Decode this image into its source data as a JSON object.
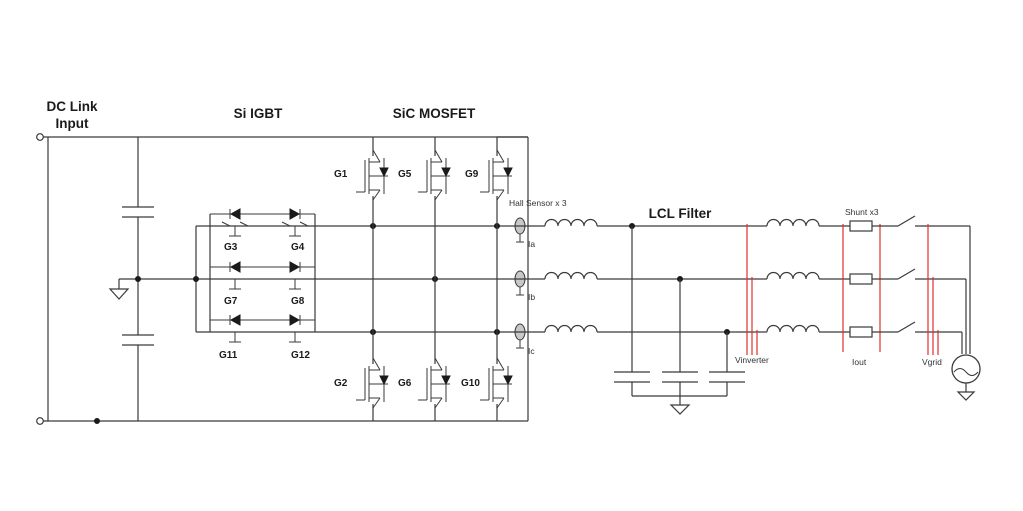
{
  "labels": {
    "dc_link_line1": "DC Link",
    "dc_link_line2": "Input",
    "si_igbt": "Si IGBT",
    "sic_mosfet": "SiC MOSFET",
    "lcl_filter": "LCL Filter",
    "hall_sensor": "Hall Sensor x 3",
    "shunt": "Shunt x3",
    "ia": "Ia",
    "ib": "Ib",
    "ic": "Ic",
    "vinverter": "Vinverter",
    "iout": "Iout",
    "vgrid": "Vgrid"
  },
  "igbt_gates": [
    "G3",
    "G4",
    "G7",
    "G8",
    "G11",
    "G12"
  ],
  "mosfet_gates": [
    "G1",
    "G5",
    "G9",
    "G2",
    "G6",
    "G10"
  ],
  "colors": {
    "wire": "#3a3a3a",
    "measurement_line": "#e03030",
    "background": "#ffffff"
  }
}
